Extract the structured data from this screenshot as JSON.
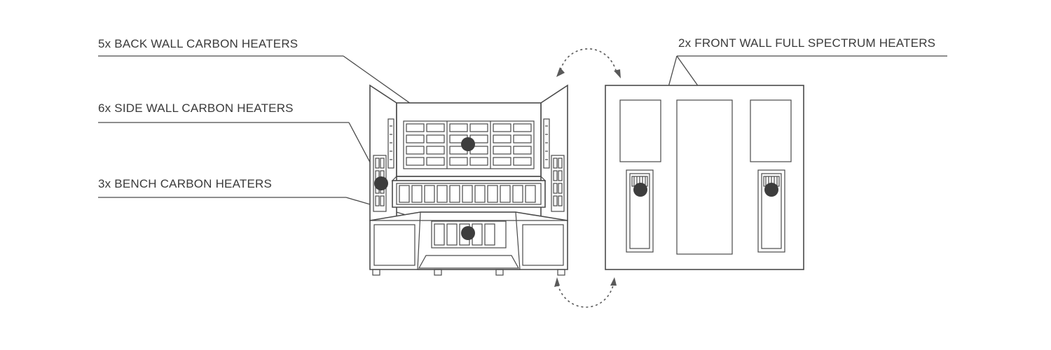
{
  "labels": {
    "back_wall": "5x BACK WALL CARBON HEATERS",
    "side_wall": "6x SIDE WALL CARBON HEATERS",
    "bench": "3x BENCH CARBON HEATERS",
    "front_wall": "2x FRONT WALL FULL SPECTRUM HEATERS"
  },
  "colors": {
    "line": "#4a4a4a",
    "text": "#3a3a3a",
    "dot": "#3d3d3d"
  }
}
